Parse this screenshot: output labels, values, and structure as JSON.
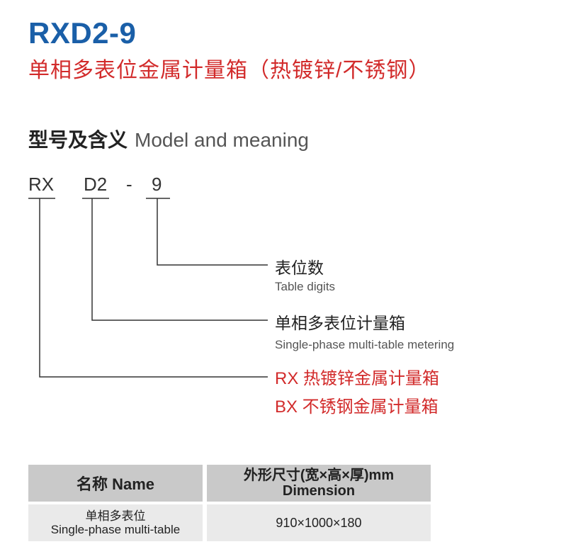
{
  "header": {
    "title": "RXD2-9",
    "subtitle": "单相多表位金属计量箱（热镀锌/不锈钢）"
  },
  "section": {
    "title_zh": "型号及含义",
    "title_en": "Model and meaning"
  },
  "model_code": {
    "part1": "RX",
    "part2": "D2",
    "dash": "-",
    "part3": "9"
  },
  "meanings": {
    "digits_zh": "表位数",
    "digits_en": "Table digits",
    "type_zh": "单相多表位计量箱",
    "type_en": "Single-phase multi-table metering",
    "material_rx": "RX  热镀锌金属计量箱",
    "material_bx": "BX 不锈钢金属计量箱"
  },
  "table": {
    "header_name": "名称 Name",
    "header_dim_line1": "外形尺寸(宽×高×厚)mm",
    "header_dim_line2": "Dimension",
    "row_name_zh": "单相多表位",
    "row_name_en": "Single-phase multi-table",
    "row_dimension": "910×1000×180"
  },
  "colors": {
    "title_blue": "#1a5fa8",
    "accent_red": "#d22b2b",
    "header_gray": "#c9c9c9",
    "row_gray": "#eaeaea"
  }
}
